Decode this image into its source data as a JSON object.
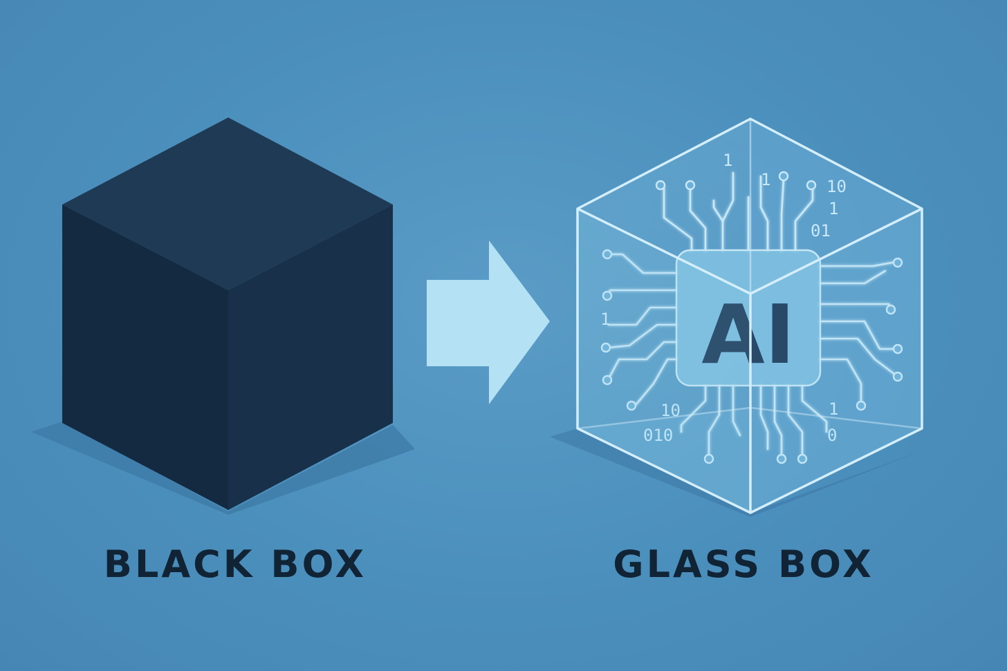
{
  "labels": {
    "left": "BLACK BOX",
    "right": "GLASS BOX",
    "chip": "AI"
  },
  "binary_digits": {
    "top_1": "1",
    "top_2": "1",
    "top_3": "10",
    "top_4": "1",
    "top_5": "01",
    "left_1": "1",
    "bottom_1": "10",
    "bottom_2": "010",
    "bottom_3": "1",
    "bottom_4": "0"
  },
  "colors": {
    "background": "#4b8fbd",
    "black_box_top": "#1f3a54",
    "black_box_left": "#142a41",
    "black_box_right": "#18304a",
    "arrow": "#b4e1f4",
    "glass_edge": "#d4eefa",
    "caption_text": "#112436"
  },
  "icons": [
    "solid-cube-icon",
    "right-arrow-icon",
    "transparent-cube-icon",
    "ai-chip-icon",
    "circuit-trace-icon"
  ]
}
